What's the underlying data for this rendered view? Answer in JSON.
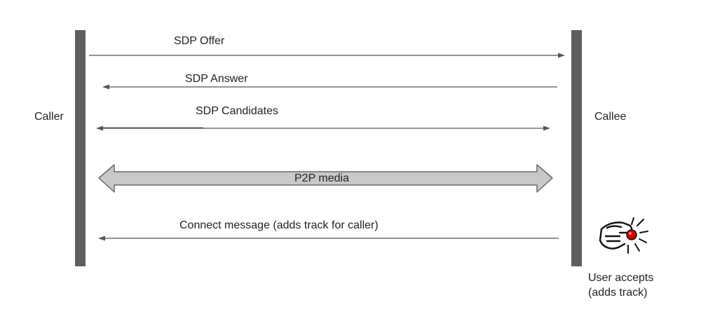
{
  "participants": {
    "caller": "Caller",
    "callee": "Callee"
  },
  "messages": [
    {
      "label": "SDP Offer",
      "direction": "right"
    },
    {
      "label": "SDP Answer",
      "direction": "left"
    },
    {
      "label": "SDP Candidates",
      "direction": "both"
    },
    {
      "label": "Connect message (adds track for caller)",
      "direction": "left"
    }
  ],
  "media": {
    "label": "P2P media",
    "direction": "both"
  },
  "callee_action": {
    "line1": "User accepts",
    "line2": "(adds track)",
    "icon": "hand-pressing-button-icon",
    "button_color": "#d40000"
  },
  "colors": {
    "lifeline": "#5f5f5f",
    "arrow": "#555555",
    "media_fill": "#c8c8c8",
    "media_stroke": "#6a6a6a"
  }
}
